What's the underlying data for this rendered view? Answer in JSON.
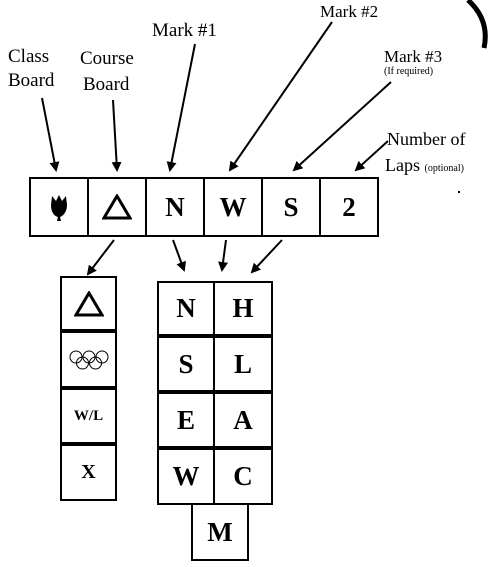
{
  "labels": {
    "class_board": [
      "Class",
      "Board"
    ],
    "course_board": [
      "Course",
      "Board"
    ],
    "mark1": "Mark #1",
    "mark2": "Mark #2",
    "mark3": "Mark #3",
    "mark3_note": "(If  required)",
    "laps_line1": "Number of",
    "laps_line2": "Laps",
    "laps_note": "(optional)"
  },
  "flag_row": [
    "",
    "△",
    "N",
    "W",
    "S",
    "2"
  ],
  "course_column": [
    "△",
    "",
    "W/L",
    "X"
  ],
  "mark_column_left": [
    "N",
    "S",
    "E",
    "W"
  ],
  "mark_column_right": [
    "H",
    "L",
    "A",
    "C"
  ],
  "mark_bottom": "M"
}
